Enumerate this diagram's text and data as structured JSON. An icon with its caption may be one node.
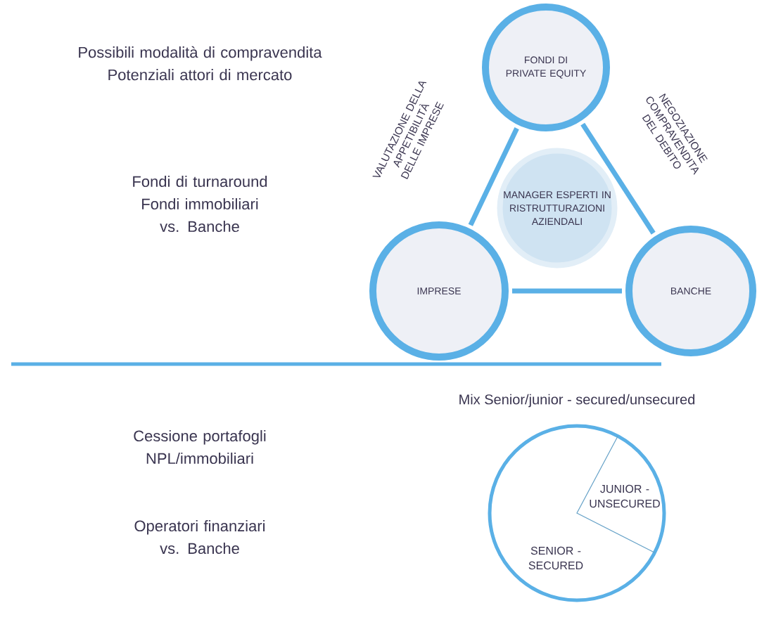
{
  "diagram": {
    "nodes": [
      {
        "text": [
          "FONDI DI PRIVATE EQUITY"
        ]
      },
      {
        "text": [
          "MANAGER ESPERTI IN RISTRUTTURAZIONI AZIENDALI"
        ]
      },
      {
        "text": [
          "IMPRESE"
        ]
      },
      {
        "text": [
          "BANCHE"
        ]
      },
      {
        "text": [
          "JUNIOR - UNSECURED",
          "SENIOR - SECURED"
        ],
        "beside": [
          "Mix Senior/junior - secured/unsecured"
        ]
      }
    ],
    "edges": [
      {
        "from": 0,
        "to": 2,
        "arrow": "none",
        "label": "VALUTAZIONE DELLA APPETIBILITÀ DELLE IMPRESE"
      },
      {
        "from": 0,
        "to": 3,
        "arrow": "none",
        "label": "NEGOZIAZIONE COMPRAVENDITA DEL DEBITO"
      },
      {
        "from": 2,
        "to": 3,
        "arrow": "none"
      }
    ],
    "labels": [
      "Possibili modalità di compravendita Potenziali  attori di mercato",
      "Fondi di turnaround Fondi immobiliari vs. Banche",
      "Cessione portafogli NPL/immobiliari",
      "Operatori finanziari vs. Banche"
    ]
  }
}
